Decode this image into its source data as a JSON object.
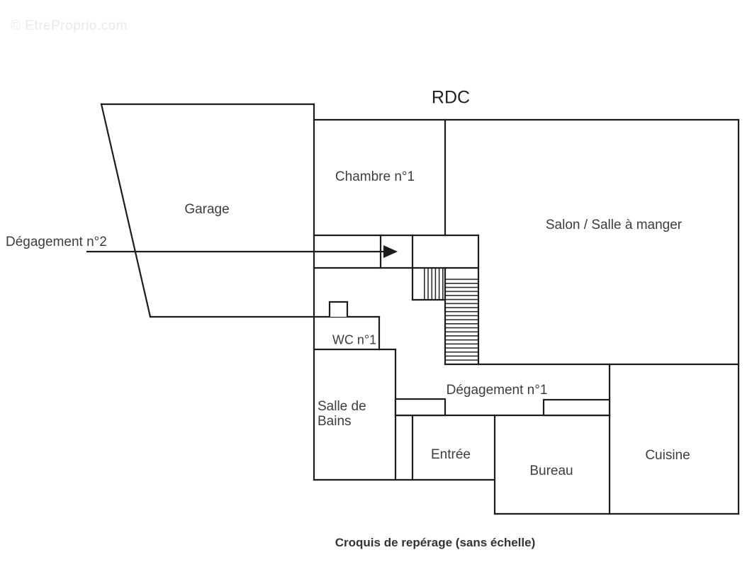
{
  "watermark": "© EtreProprio.com",
  "title": "RDC",
  "caption": "Croquis de repérage (sans échelle)",
  "rooms": {
    "garage": "Garage",
    "chambre1": "Chambre n°1",
    "salon": "Salon / Salle à manger",
    "degagement2": "Dégagement n°2",
    "wc1": "WC n°1",
    "salle_de_bains_1": "Salle de",
    "salle_de_bains_2": "Bains",
    "degagement1": "Dégagement n°1",
    "entree": "Entrée",
    "bureau": "Bureau",
    "cuisine": "Cuisine"
  },
  "colors": {
    "wall": "#1c1c1c",
    "text": "#3d3d3d",
    "watermark": "#e9e9e9",
    "background": "#ffffff"
  }
}
